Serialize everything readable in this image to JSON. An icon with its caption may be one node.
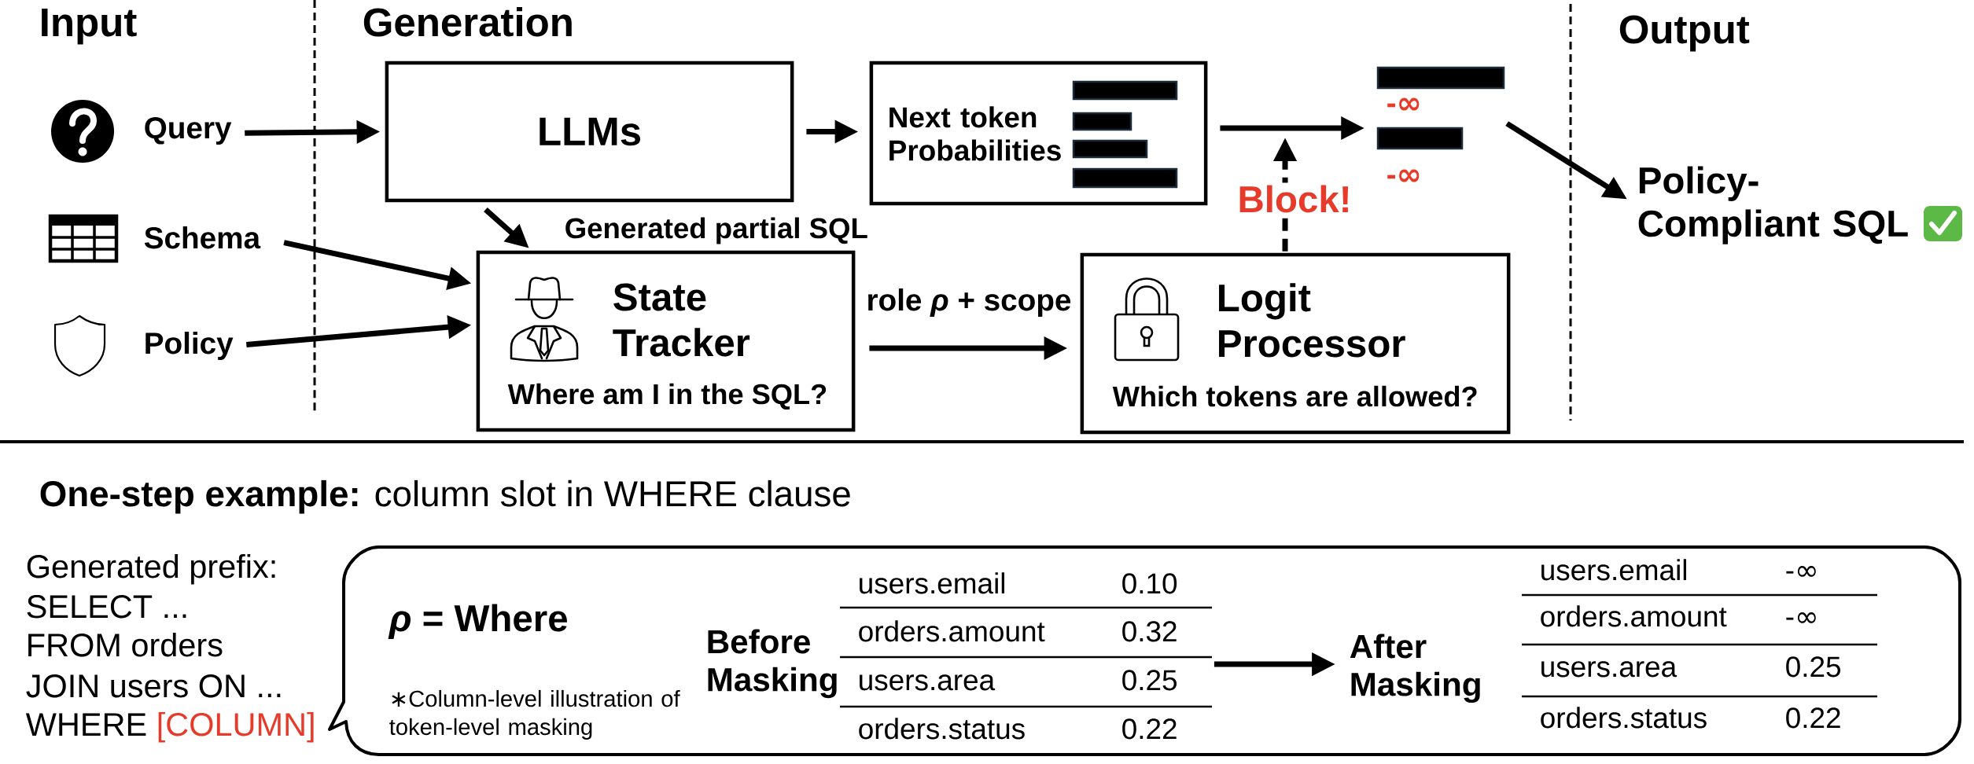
{
  "diagram": {
    "nodes": [
      {
        "text": [
          "Query"
        ]
      },
      {
        "text": [
          "Schema"
        ]
      },
      {
        "text": [
          "Policy"
        ]
      },
      {
        "text": [
          "LLMs"
        ]
      },
      {
        "text": [
          "State Tracker",
          "Where am I in the SQL?"
        ]
      },
      {
        "text": [
          "Next token Probabilities"
        ]
      },
      {
        "text": [
          "Logit Processor",
          "Which tokens are allowed?"
        ]
      },
      {
        "text": [
          "-∞",
          "-∞"
        ]
      },
      {
        "text": [
          "Policy- Compliant SQL"
        ]
      },
      {
        "text": [
          "*ρ* = Where",
          "∗Column-level illustration of token-level masking"
        ]
      },
      {
        "text": [
          "Before Masking",
          "users.email",
          "0.10",
          "orders.amount",
          "0.32",
          "users.area",
          "0.25",
          "orders.status",
          "0.22"
        ],
        "in": 9
      },
      {
        "text": [
          "After Masking",
          "users.email",
          "-∞",
          "orders.amount",
          "-∞",
          "users.area",
          "0.25",
          "orders.status",
          "0.22"
        ],
        "in": 9
      }
    ],
    "edges": [
      {
        "from": 0,
        "to": 3,
        "arrow": "to"
      },
      {
        "from": 1,
        "to": 4,
        "arrow": "to"
      },
      {
        "from": 2,
        "to": 4,
        "arrow": "to"
      },
      {
        "from": 3,
        "to": 4,
        "arrow": "to",
        "label": "Generated partial SQL"
      },
      {
        "from": 3,
        "to": 5,
        "arrow": "to"
      },
      {
        "from": 4,
        "to": 6,
        "arrow": "to",
        "label": "role *ρ* + scope"
      },
      {
        "from": 5,
        "to": 7,
        "arrow": "to"
      },
      {
        "from": 6,
        "to": null,
        "arrow": "to",
        "label": "Block!",
        "style": "dashed"
      },
      {
        "from": 7,
        "to": 8,
        "arrow": "to"
      },
      {
        "from": 10,
        "to": 11,
        "arrow": "to"
      }
    ],
    "labels": [
      "Input",
      "Generation",
      "Output",
      "**One-step example:** column slot in WHERE clause",
      "Generated prefix:",
      "SELECT ...",
      "FROM orders",
      "JOIN users ON ...",
      "WHERE [COLUMN]"
    ]
  }
}
